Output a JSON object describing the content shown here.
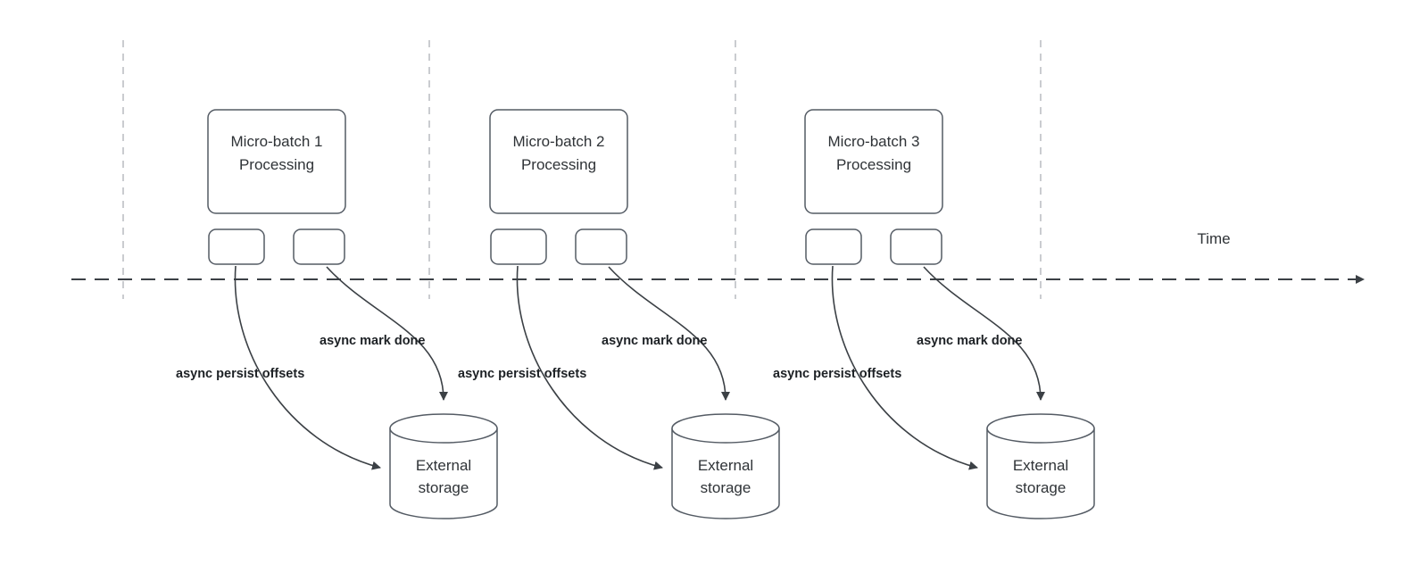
{
  "diagram": {
    "time_label": "Time",
    "groups": [
      {
        "title_line1": "Micro-batch 1",
        "title_line2": "Processing",
        "persist_label": "async persist offsets",
        "mark_done_label": "async mark done",
        "storage_line1": "External",
        "storage_line2": "storage"
      },
      {
        "title_line1": "Micro-batch 2",
        "title_line2": "Processing",
        "persist_label": "async persist offsets",
        "mark_done_label": "async mark done",
        "storage_line1": "External",
        "storage_line2": "storage"
      },
      {
        "title_line1": "Micro-batch 3",
        "title_line2": "Processing",
        "persist_label": "async persist offsets",
        "mark_done_label": "async mark done",
        "storage_line1": "External",
        "storage_line2": "storage"
      }
    ]
  }
}
